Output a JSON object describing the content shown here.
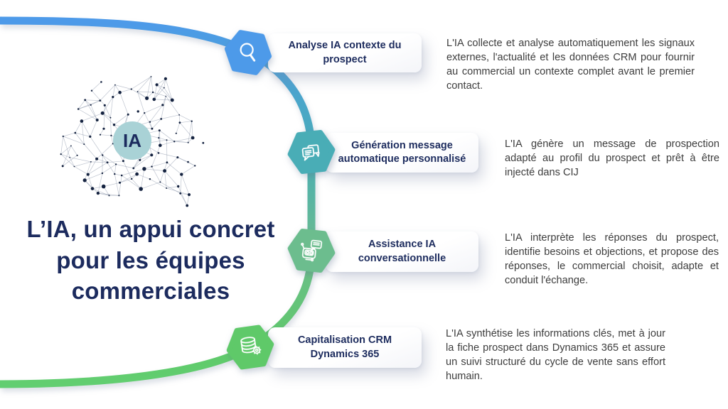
{
  "title": {
    "text": "L’IA, un appui concret pour les équipes commerciales",
    "color": "#1C2B5E"
  },
  "brain": {
    "label": "IA",
    "circle_color": "#A9D2D6",
    "label_color": "#1C2B5E",
    "node_color": "#152340",
    "link_color": "#8B96AA"
  },
  "timeline": {
    "colors": {
      "blue": "#4D9AE9",
      "teal": "#49ADB6",
      "green": "#6CBD8E",
      "bright_green": "#5FC969",
      "end_green": "#62CE71"
    }
  },
  "steps": [
    {
      "icon": "search-icon",
      "hex_color": "#4D9AE9",
      "label": "Analyse IA contexte du prospect",
      "description": "L'IA collecte et analyse automatiquement les signaux externes, l'actualité et les données CRM pour fournir au commercial un contexte complet avant le premier contact."
    },
    {
      "icon": "chat-icon",
      "hex_color": "#49ADB6",
      "label": "Génération message automatique personnalisé",
      "description": "L'IA génère un message de prospection adapté au profil du prospect et prêt à être injecté dans CIJ"
    },
    {
      "icon": "robot-icon",
      "hex_color": "#6CBD8E",
      "label": "Assistance IA conversationnelle",
      "description": "L'IA interprète les réponses du prospect, identifie besoins et objections, et propose des réponses, le commercial choisit, adapte et conduit l'échange."
    },
    {
      "icon": "database-icon",
      "hex_color": "#5FC969",
      "label": "Capitalisation CRM Dynamics 365",
      "description": "L'IA synthétise les informations clés, met à jour la fiche prospect dans Dynamics 365 et assure un suivi structuré du cycle de vente sans effort humain."
    }
  ]
}
